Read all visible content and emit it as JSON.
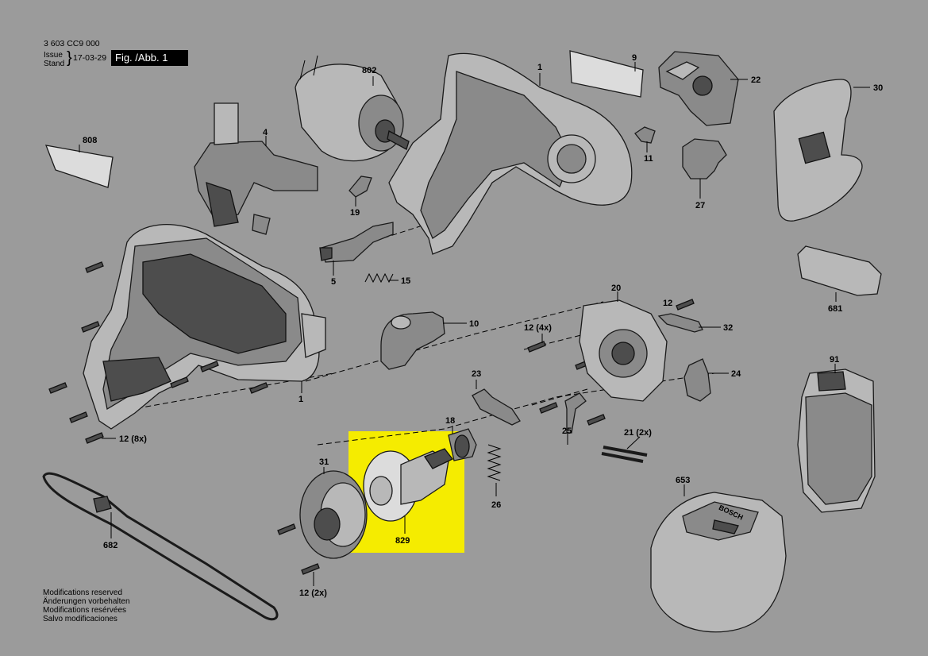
{
  "header": {
    "doc_number": "3 603 CC9 000",
    "issue_label": "Issue",
    "stand_label": "Stand",
    "date": "17-03-29",
    "figure": "Fig. /Abb. 1"
  },
  "notes": [
    "Modifications reserved",
    "Änderungen vorbehalten",
    "Modifications resérvées",
    "Salvo modificaciones"
  ],
  "part_labels": {
    "p802": "802",
    "p1_top": "1",
    "p9": "9",
    "p22": "22",
    "p30": "30",
    "p808": "808",
    "p4": "4",
    "p11": "11",
    "p27": "27",
    "p19": "19",
    "p5": "5",
    "p15": "15",
    "p681": "681",
    "p20": "20",
    "p12_single": "12",
    "p32": "32",
    "p10": "10",
    "p12_4x": "12 (4x)",
    "p24": "24",
    "p91": "91",
    "p1_bottom": "1",
    "p23": "23",
    "p12_8x": "12 (8x)",
    "p18": "18",
    "p25": "25",
    "p21_2x": "21 (2x)",
    "p31": "31",
    "p829": "829",
    "p26": "26",
    "p653": "653",
    "p682": "682",
    "p12_2x": "12 (2x)"
  },
  "brand_text": "BOSCH",
  "colors": {
    "background": "#9b9b9b",
    "highlight": "#f5ec00",
    "figure_box": "#000000"
  }
}
